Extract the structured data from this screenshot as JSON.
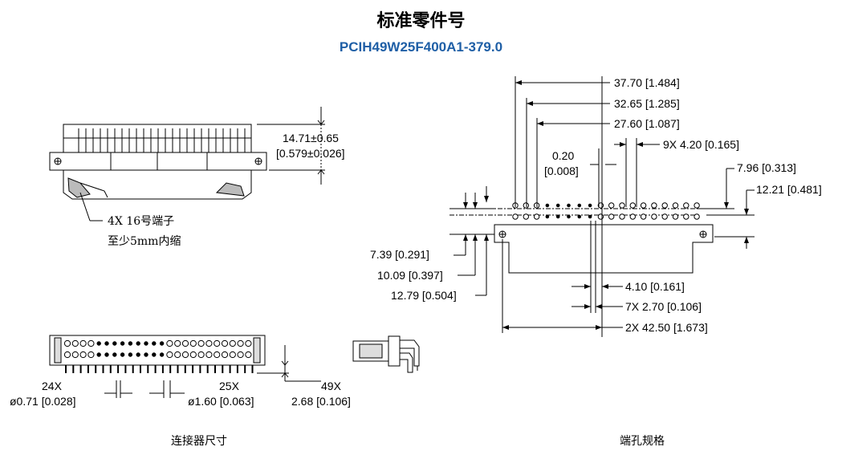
{
  "header": {
    "title": "标准零件号",
    "part_number": "PCIH49W25F400A1-379.0"
  },
  "left_view": {
    "height_dim_mm": "14.71±0.65",
    "height_dim_in": "[0.579±0.026]",
    "note_line1": "4X 16号端子",
    "note_line2": "至少5mm内缩"
  },
  "bottom_view": {
    "pin24_count": "24X",
    "pin24_dia": "ø0.71 [0.028]",
    "pin25_count": "25X",
    "pin25_dia": "ø1.60 [0.063]",
    "pin49_count": "49X",
    "pin49_len": "2.68 [0.106]",
    "caption": "连接器尺寸"
  },
  "right_view": {
    "d1": "37.70 [1.484]",
    "d2": "32.65 [1.285]",
    "d3": "27.60 [1.087]",
    "d4": "9X 4.20 [0.165]",
    "d5a": "0.20",
    "d5b": "[0.008]",
    "d6": "7.96 [0.313]",
    "d7": "12.21 [0.481]",
    "d8": "7.39 [0.291]",
    "d9": "10.09 [0.397]",
    "d10": "12.79 [0.504]",
    "d11": "4.10 [0.161]",
    "d12": "7X 2.70 [0.106]",
    "d13": "2X 42.50 [1.673]",
    "caption": "端孔规格"
  }
}
